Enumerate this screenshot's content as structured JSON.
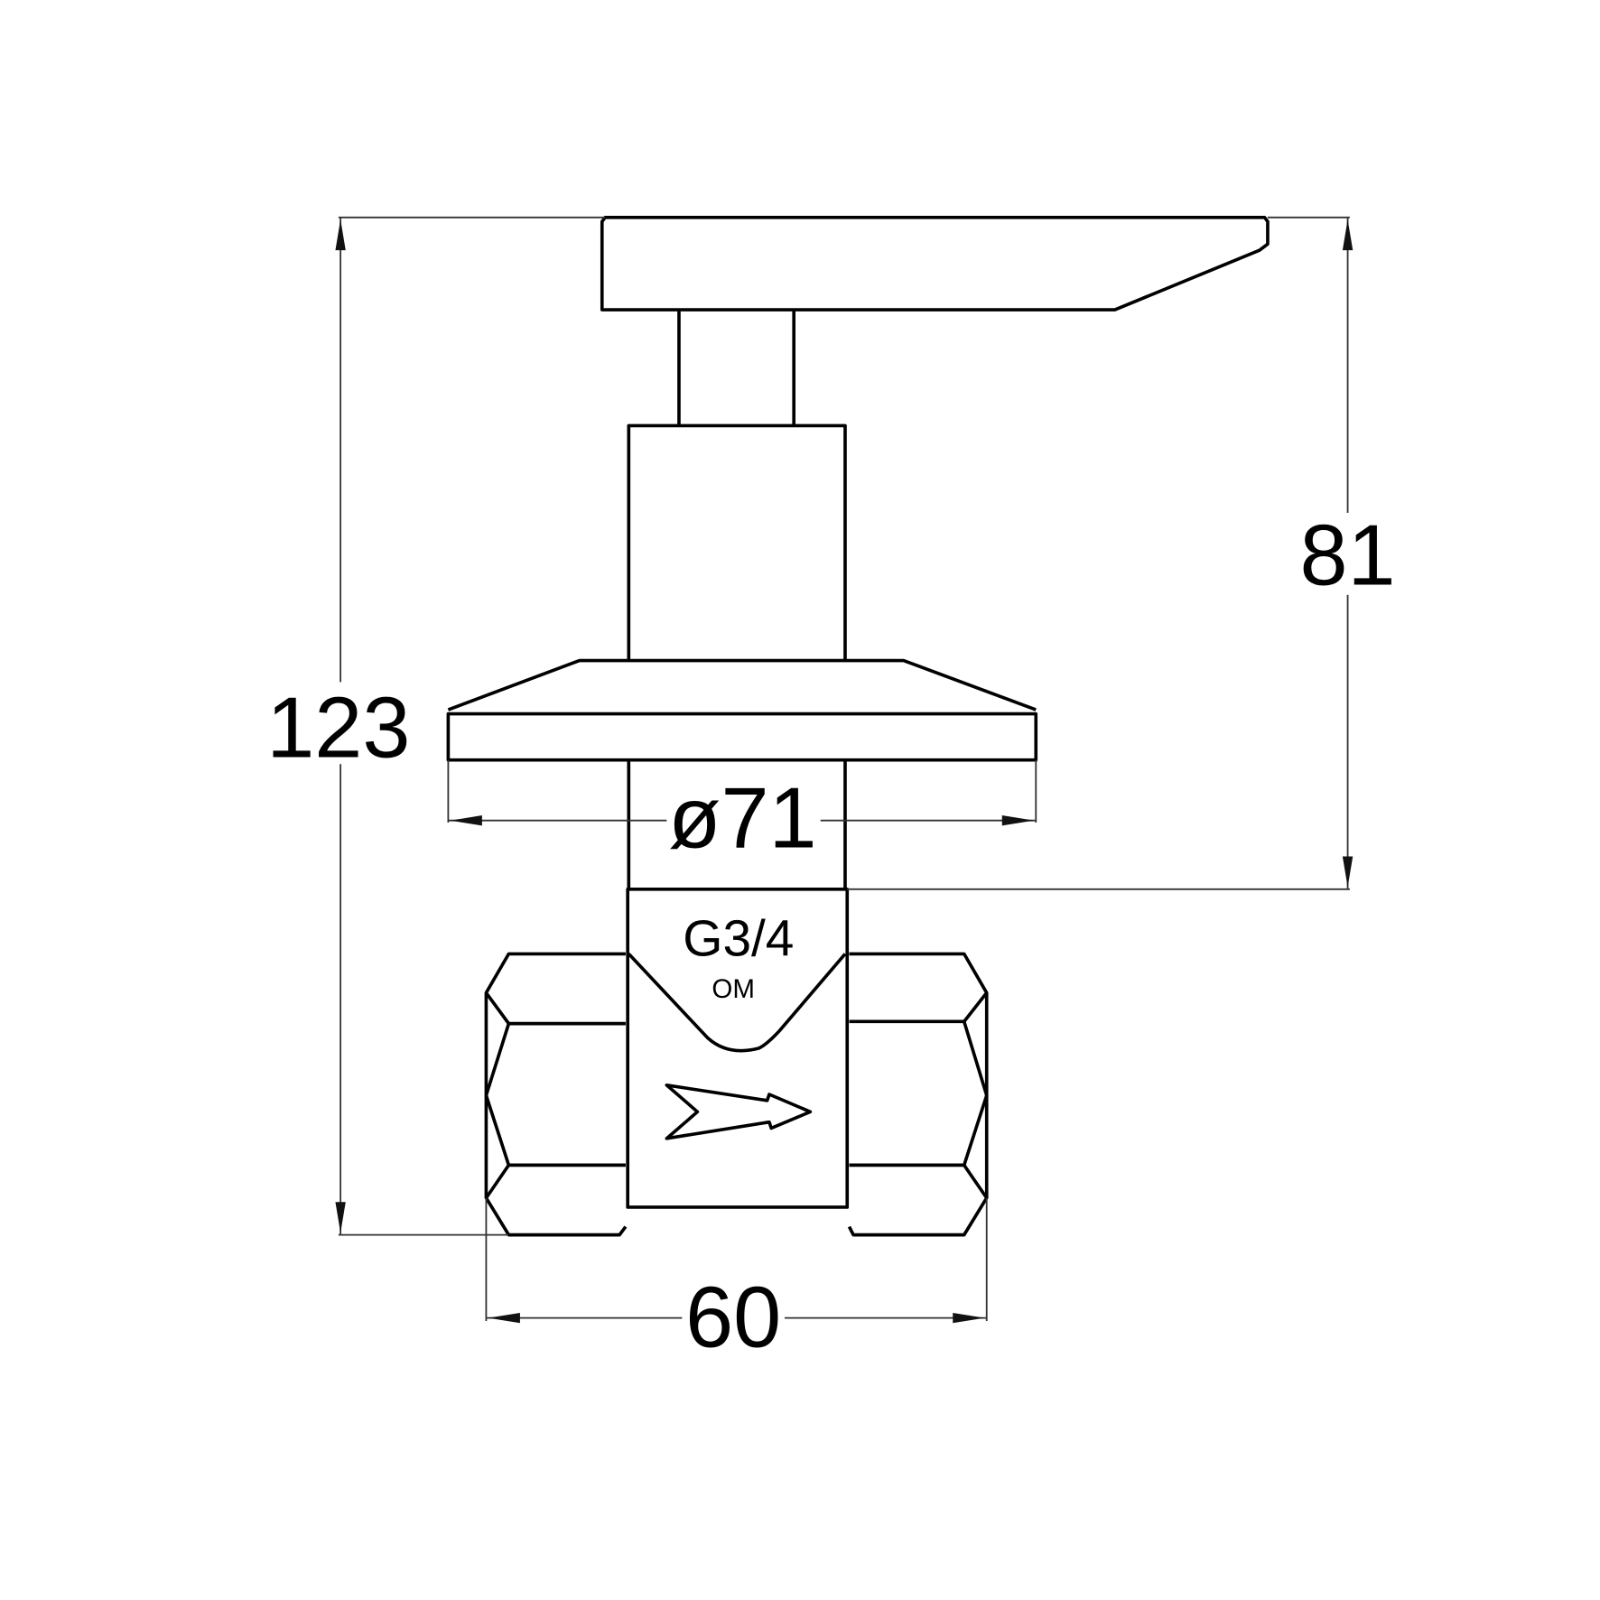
{
  "drawing": {
    "title": "Concealed stop valve technical drawing",
    "dimensions": {
      "total_height": "123",
      "upper_height": "81",
      "rosette_diameter": "ø71",
      "body_width": "60"
    },
    "thread_label": "G3/4",
    "brand_mark": "OM",
    "colors": {
      "line": "#000000",
      "dimension": "#333333",
      "background": "#ffffff"
    }
  }
}
